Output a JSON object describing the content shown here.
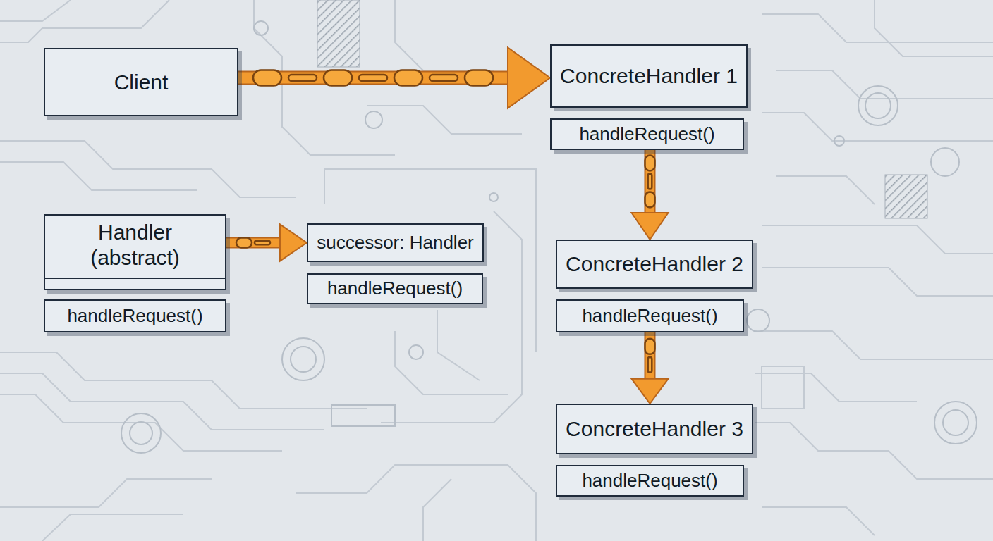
{
  "diagram": {
    "nodes": [
      {
        "text": [
          "Client"
        ]
      },
      {
        "text": [
          "ConcreteHandler 1"
        ]
      },
      {
        "text": [
          "handleRequest()"
        ]
      },
      {
        "text": [
          "Handler (abstract)"
        ]
      },
      {
        "text": [
          "successor: Handler"
        ]
      },
      {
        "text": [
          "handleRequest()"
        ]
      },
      {
        "text": [
          "ConcreteHandler 2"
        ]
      },
      {
        "text": [
          "handleRequest()"
        ]
      },
      {
        "text": [
          "handleRequest()"
        ]
      },
      {
        "text": [
          "ConcreteHandler 3"
        ]
      },
      {
        "text": [
          "handleRequest()"
        ]
      }
    ],
    "edges": [
      {
        "from": 0,
        "to": 1,
        "arrow": "to"
      },
      {
        "from": 3,
        "to": 4,
        "arrow": "to"
      },
      {
        "from": 2,
        "to": 6,
        "arrow": "to"
      },
      {
        "from": 7,
        "to": 9,
        "arrow": "to"
      }
    ]
  }
}
